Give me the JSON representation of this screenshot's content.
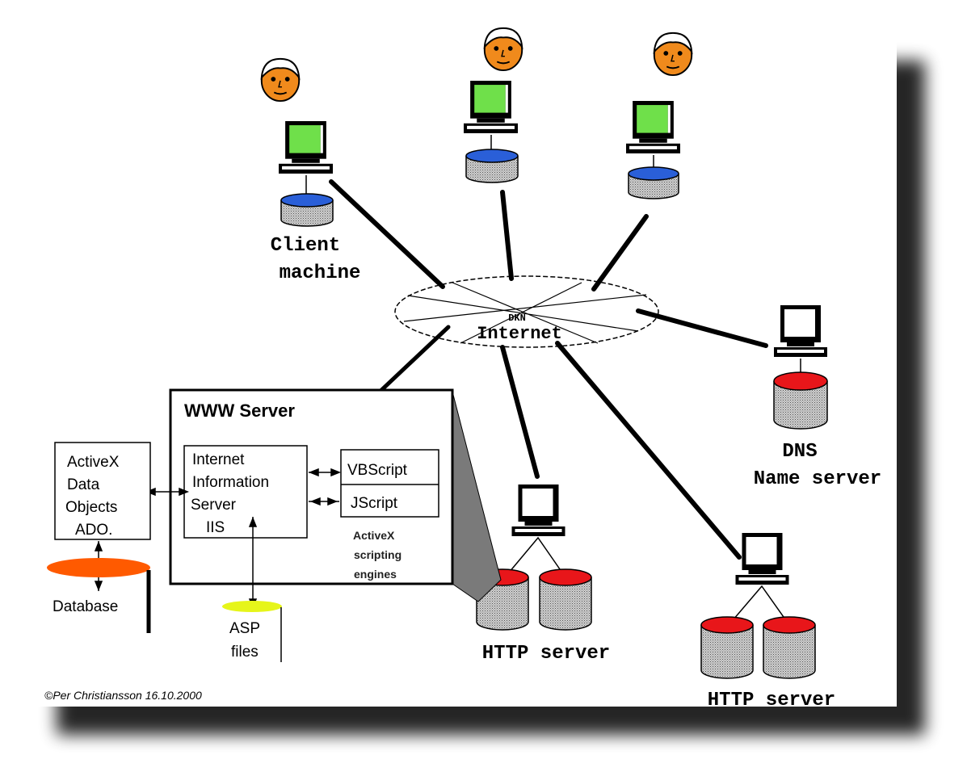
{
  "diagram": {
    "internet": {
      "line1": "DKN",
      "line2": "Internet"
    },
    "client": {
      "line1": "Client",
      "line2": "machine"
    },
    "dns": {
      "line1": "DNS",
      "line2": "Name server"
    },
    "http_server_1": "HTTP server",
    "http_server_2": "HTTP server",
    "www_server": {
      "title": "WWW Server",
      "iis": [
        "Internet",
        "Information",
        "Server",
        "IIS"
      ],
      "vbscript": "VBScript",
      "jscript": "JScript",
      "engines": [
        "ActiveX",
        "scripting",
        "engines"
      ]
    },
    "ado": [
      "ActiveX",
      "Data",
      "Objects",
      "ADO."
    ],
    "database": "Database",
    "asp": [
      "ASP",
      "files"
    ],
    "copyright": "©Per Christiansson 16.10.2000"
  },
  "colors": {
    "face": "#f08a1c",
    "screen": "#6fe04a",
    "client_disk": "#2a5fd8",
    "server_disk": "#e8161a",
    "database": "#ff5a00",
    "asp": "#e6f51a",
    "shadow": "#1a1a1a"
  }
}
